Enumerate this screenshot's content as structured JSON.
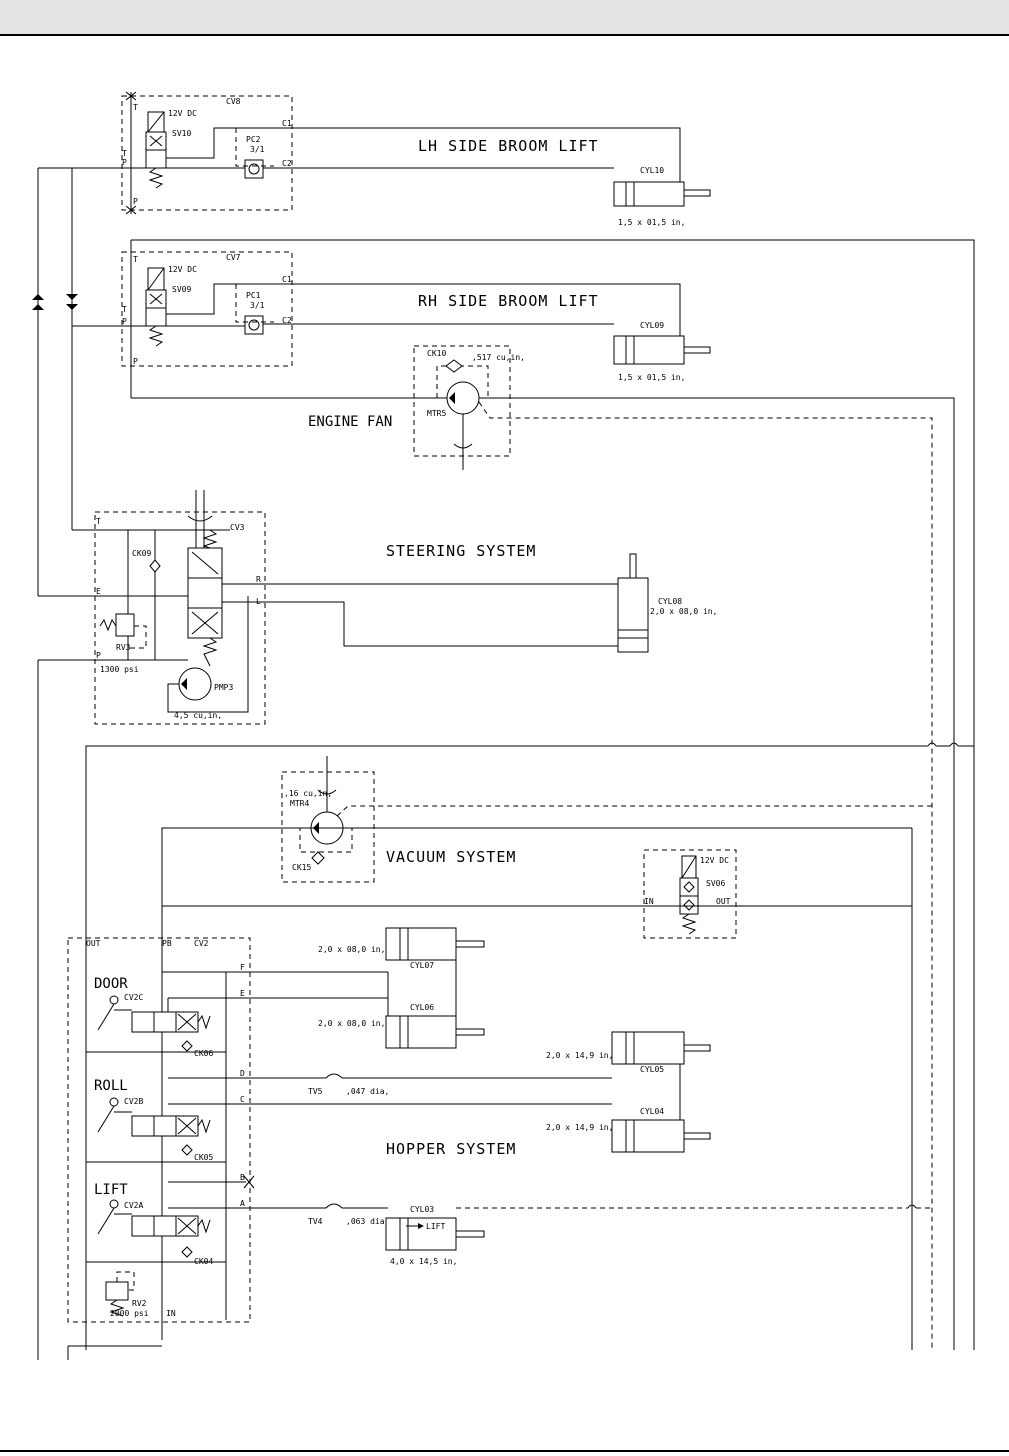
{
  "header": {
    "title": ""
  },
  "systems": {
    "lh_side_broom_lift": "LH SIDE BROOM LIFT",
    "rh_side_broom_lift": "RH SIDE BROOM LIFT",
    "engine_fan": "ENGINE FAN",
    "steering_system": "STEERING SYSTEM",
    "vacuum_system": "VACUUM SYSTEM",
    "hopper_system": "HOPPER SYSTEM"
  },
  "valves": {
    "cv8": "CV8",
    "cv7": "CV7",
    "cv3": "CV3",
    "cv2": "CV2",
    "sv10": "SV10",
    "sv09": "SV09",
    "sv06": "SV06",
    "volt_12": "12V DC",
    "pc2": "PC2",
    "pc1": "PC1",
    "ratio": "3/1",
    "cv2c": "CV2C",
    "cv2b": "CV2B",
    "cv2a": "CV2A",
    "door": "DOOR",
    "roll": "ROLL",
    "lift": "LIFT",
    "ck09": "CK09",
    "ck10": "CK10",
    "ck15": "CK15",
    "ck06": "CK06",
    "ck05": "CK05",
    "ck04": "CK04",
    "rv3": "RV3",
    "rv3_psi": "1300 psi",
    "rv2": "RV2",
    "rv2_psi": "2000 psi",
    "pmp3": "PMP3",
    "pmp3_disp": "4,5 cu,in,",
    "mtr5": "MTR5",
    "mtr5_disp": ",517 cu,in,",
    "mtr4": "MTR4",
    "mtr4_disp": ",16 cu,in,",
    "tv5": "TV5",
    "tv5_dia": ",047 dia,",
    "tv4": "TV4",
    "tv4_dia": ",063 dia"
  },
  "cylinders": {
    "cyl10": "CYL10",
    "cyl10_size": "1,5 x 01,5 in,",
    "cyl09": "CYL09",
    "cyl09_size": "1,5 x 01,5 in,",
    "cyl08": "CYL08",
    "cyl08_size": "2,0 x 08,0 in,",
    "cyl07": "CYL07",
    "cyl07_size": "2,0 x 08,0 in,",
    "cyl06": "CYL06",
    "cyl06_size": "2,0 x 08,0 in,",
    "cyl05": "CYL05",
    "cyl05_size": "2,0 x 14,9 in,",
    "cyl04": "CYL04",
    "cyl04_size": "2,0 x 14,9 in,",
    "cyl03": "CYL03",
    "cyl03_size": "4,0 x 14,5 in,",
    "lift_arrow": "LIFT"
  },
  "ports": {
    "t": "T",
    "p": "P",
    "e": "E",
    "r": "R",
    "l": "L",
    "c1": "C1",
    "c2": "C2",
    "in": "IN",
    "out": "OUT",
    "pb": "PB",
    "a": "A",
    "b": "B",
    "c": "C",
    "d": "D",
    "e2": "E",
    "f": "F"
  }
}
